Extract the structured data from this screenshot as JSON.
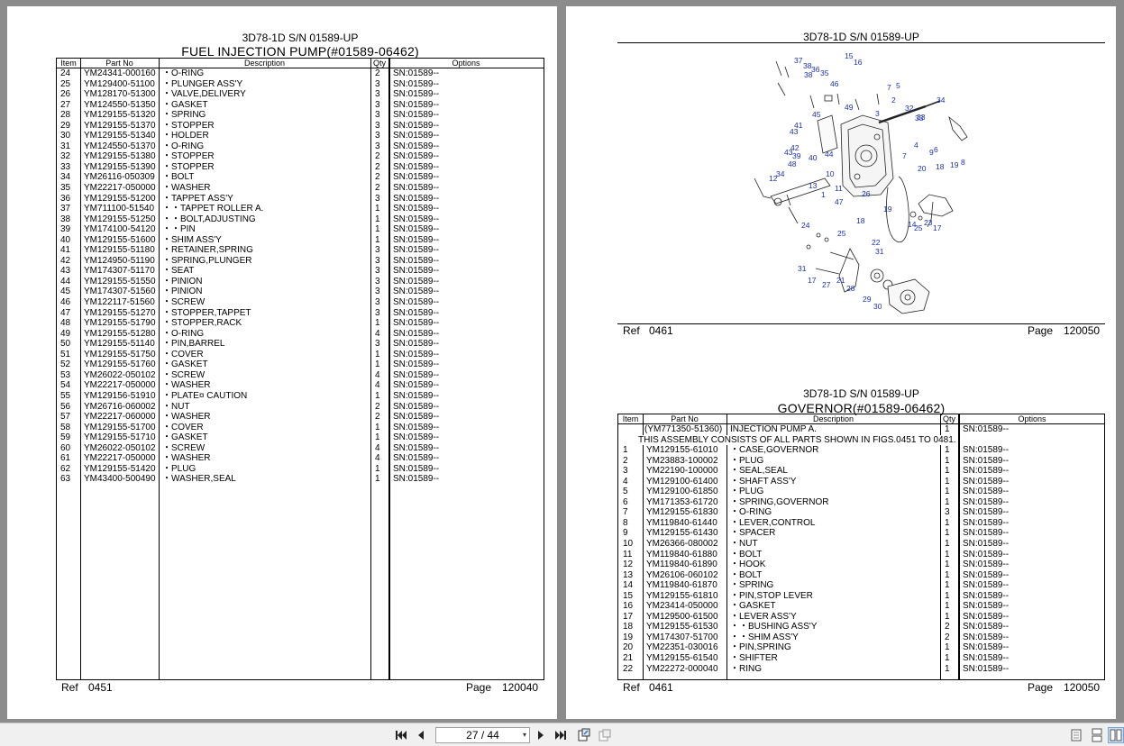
{
  "left": {
    "model_line": "3D78-1D S/N 01589-UP",
    "assembly_title": "FUEL INJECTION PUMP(#01589-06462)",
    "headers": {
      "item": "Item",
      "part_no": "Part No",
      "description": "Description",
      "qty": "Qty",
      "options": "Options"
    },
    "rows": [
      [
        "24",
        "YM24341-000160",
        "・O-RING",
        "2",
        "SN:01589--"
      ],
      [
        "25",
        "YM129400-51100",
        "・PLUNGER ASS'Y",
        "3",
        "SN:01589--"
      ],
      [
        "26",
        "YM128170-51300",
        "・VALVE,DELIVERY",
        "3",
        "SN:01589--"
      ],
      [
        "27",
        "YM124550-51350",
        "・GASKET",
        "3",
        "SN:01589--"
      ],
      [
        "28",
        "YM129155-51320",
        "・SPRING",
        "3",
        "SN:01589--"
      ],
      [
        "29",
        "YM129155-51370",
        "・STOPPER",
        "3",
        "SN:01589--"
      ],
      [
        "30",
        "YM129155-51340",
        "・HOLDER",
        "3",
        "SN:01589--"
      ],
      [
        "31",
        "YM124550-51370",
        "・O-RING",
        "3",
        "SN:01589--"
      ],
      [
        "32",
        "YM129155-51380",
        "・STOPPER",
        "2",
        "SN:01589--"
      ],
      [
        "33",
        "YM129155-51390",
        "・STOPPER",
        "2",
        "SN:01589--"
      ],
      [
        "34",
        "YM26116-050309",
        "・BOLT",
        "2",
        "SN:01589--"
      ],
      [
        "35",
        "YM22217-050000",
        "・WASHER",
        "2",
        "SN:01589--"
      ],
      [
        "36",
        "YM129155-51200",
        "・TAPPET ASS'Y",
        "3",
        "SN:01589--"
      ],
      [
        "37",
        "YM711100-51540",
        "・・TAPPET ROLLER A.",
        "1",
        "SN:01589--"
      ],
      [
        "38",
        "YM129155-51250",
        "・・BOLT,ADJUSTING",
        "1",
        "SN:01589--"
      ],
      [
        "39",
        "YM174100-54120",
        "・・PIN",
        "1",
        "SN:01589--"
      ],
      [
        "40",
        "YM129155-51600",
        "・SHIM ASS'Y",
        "1",
        "SN:01589--"
      ],
      [
        "41",
        "YM129155-51180",
        "・RETAINER,SPRING",
        "3",
        "SN:01589--"
      ],
      [
        "42",
        "YM124950-51190",
        "・SPRING,PLUNGER",
        "3",
        "SN:01589--"
      ],
      [
        "43",
        "YM174307-51170",
        "・SEAT",
        "3",
        "SN:01589--"
      ],
      [
        "44",
        "YM129155-51550",
        "・PINION",
        "3",
        "SN:01589--"
      ],
      [
        "45",
        "YM174307-51560",
        "・PINION",
        "3",
        "SN:01589--"
      ],
      [
        "46",
        "YM122117-51560",
        "・SCREW",
        "3",
        "SN:01589--"
      ],
      [
        "47",
        "YM129155-51270",
        "・STOPPER,TAPPET",
        "3",
        "SN:01589--"
      ],
      [
        "48",
        "YM129155-51790",
        "・STOPPER,RACK",
        "1",
        "SN:01589--"
      ],
      [
        "49",
        "YM129155-51280",
        "・O-RING",
        "4",
        "SN:01589--"
      ],
      [
        "50",
        "YM129155-51140",
        "・PIN,BARREL",
        "3",
        "SN:01589--"
      ],
      [
        "51",
        "YM129155-51750",
        "・COVER",
        "1",
        "SN:01589--"
      ],
      [
        "52",
        "YM129155-51760",
        "・GASKET",
        "1",
        "SN:01589--"
      ],
      [
        "53",
        "YM26022-050102",
        "・SCREW",
        "4",
        "SN:01589--"
      ],
      [
        "54",
        "YM22217-050000",
        "・WASHER",
        "4",
        "SN:01589--"
      ],
      [
        "55",
        "YM129156-51910",
        "・PLATE¤ CAUTION",
        "1",
        "SN:01589--"
      ],
      [
        "56",
        "YM26716-060002",
        "・NUT",
        "2",
        "SN:01589--"
      ],
      [
        "57",
        "YM22217-060000",
        "・WASHER",
        "2",
        "SN:01589--"
      ],
      [
        "58",
        "YM129155-51700",
        "・COVER",
        "1",
        "SN:01589--"
      ],
      [
        "59",
        "YM129155-51710",
        "・GASKET",
        "1",
        "SN:01589--"
      ],
      [
        "60",
        "YM26022-050102",
        "・SCREW",
        "4",
        "SN:01589--"
      ],
      [
        "61",
        "YM22217-050000",
        "・WASHER",
        "4",
        "SN:01589--"
      ],
      [
        "62",
        "YM129155-51420",
        "・PLUG",
        "1",
        "SN:01589--"
      ],
      [
        "63",
        "YM43400-500490",
        "・WASHER,SEAL",
        "1",
        "SN:01589--"
      ]
    ],
    "footer": {
      "ref_label": "Ref",
      "ref_value": "0451",
      "page_label": "Page",
      "page_value": "120040"
    }
  },
  "right_top": {
    "model_line": "3D78-1D S/N 01589-UP",
    "diagram_labels": [
      "37",
      "15",
      "16",
      "38",
      "36",
      "35",
      "38",
      "46",
      "7",
      "5",
      "2",
      "49",
      "3",
      "32",
      "33",
      "34",
      "33",
      "45",
      "41",
      "43",
      "42",
      "43",
      "39",
      "40",
      "44",
      "4",
      "6",
      "7",
      "20",
      "18",
      "19",
      "8",
      "9",
      "34",
      "48",
      "10",
      "11",
      "12",
      "13",
      "1",
      "47",
      "26",
      "19",
      "18",
      "17",
      "23",
      "14",
      "25",
      "24",
      "25",
      "31",
      "22",
      "31",
      "17",
      "21",
      "27",
      "28",
      "29",
      "30"
    ],
    "footer": {
      "ref_label": "Ref",
      "ref_value": "0461",
      "page_label": "Page",
      "page_value": "120050"
    }
  },
  "right_bottom": {
    "model_line": "3D78-1D S/N 01589-UP",
    "assembly_title": "GOVERNOR(#01589-06462)",
    "headers": {
      "item": "Item",
      "part_no": "Part No",
      "description": "Description",
      "qty": "Qty",
      "options": "Options"
    },
    "first_row": [
      "",
      "(YM771350-51360)",
      "INJECTION PUMP A.",
      "1",
      "SN:01589--"
    ],
    "note": "THIS ASSEMBLY CONSISTS OF ALL PARTS SHOWN IN FIGS.0451 TO 0481.",
    "rows": [
      [
        "1",
        "YM129155-61010",
        "・CASE,GOVERNOR",
        "1",
        "SN:01589--"
      ],
      [
        "2",
        "YM23883-100002",
        "・PLUG",
        "1",
        "SN:01589--"
      ],
      [
        "3",
        "YM22190-100000",
        "・SEAL,SEAL",
        "1",
        "SN:01589--"
      ],
      [
        "4",
        "YM129100-61400",
        "・SHAFT ASS'Y",
        "1",
        "SN:01589--"
      ],
      [
        "5",
        "YM129100-61850",
        "・PLUG",
        "1",
        "SN:01589--"
      ],
      [
        "6",
        "YM171353-61720",
        "・SPRING,GOVERNOR",
        "1",
        "SN:01589--"
      ],
      [
        "7",
        "YM129155-61830",
        "・O-RING",
        "3",
        "SN:01589--"
      ],
      [
        "8",
        "YM119840-61440",
        "・LEVER,CONTROL",
        "1",
        "SN:01589--"
      ],
      [
        "9",
        "YM129155-61430",
        "・SPACER",
        "1",
        "SN:01589--"
      ],
      [
        "10",
        "YM26366-080002",
        "・NUT",
        "1",
        "SN:01589--"
      ],
      [
        "11",
        "YM119840-61880",
        "・BOLT",
        "1",
        "SN:01589--"
      ],
      [
        "12",
        "YM119840-61890",
        "・HOOK",
        "1",
        "SN:01589--"
      ],
      [
        "13",
        "YM26106-060102",
        "・BOLT",
        "1",
        "SN:01589--"
      ],
      [
        "14",
        "YM119840-61870",
        "・SPRING",
        "1",
        "SN:01589--"
      ],
      [
        "15",
        "YM129155-61810",
        "・PIN,STOP LEVER",
        "1",
        "SN:01589--"
      ],
      [
        "16",
        "YM23414-050000",
        "・GASKET",
        "1",
        "SN:01589--"
      ],
      [
        "17",
        "YM129500-61500",
        "・LEVER ASS'Y",
        "1",
        "SN:01589--"
      ],
      [
        "18",
        "YM129155-61530",
        "・・BUSHING ASS'Y",
        "2",
        "SN:01589--"
      ],
      [
        "19",
        "YM174307-51700",
        "・・SHIM ASS'Y",
        "2",
        "SN:01589--"
      ],
      [
        "20",
        "YM22351-030016",
        "・PIN,SPRING",
        "1",
        "SN:01589--"
      ],
      [
        "21",
        "YM129155-61540",
        "・SHIFTER",
        "1",
        "SN:01589--"
      ],
      [
        "22",
        "YM22272-000040",
        "・RING",
        "1",
        "SN:01589--"
      ]
    ],
    "footer": {
      "ref_label": "Ref",
      "ref_value": "0461",
      "page_label": "Page",
      "page_value": "120050"
    }
  },
  "toolbar": {
    "page_indicator": "27 / 44",
    "icons": [
      "first-page-icon",
      "prev-page-icon",
      "dropdown-caret-icon",
      "next-page-icon",
      "last-page-icon",
      "fit-page-icon",
      "fit-width-icon",
      "single-page-view-icon",
      "continuous-view-icon",
      "two-page-view-icon"
    ],
    "caret": "▾"
  },
  "colors": {
    "background": "#8c8c8c",
    "page": "#ffffff",
    "label_blue": "#1c2fb5",
    "toolbar": "#f0f0f0"
  }
}
